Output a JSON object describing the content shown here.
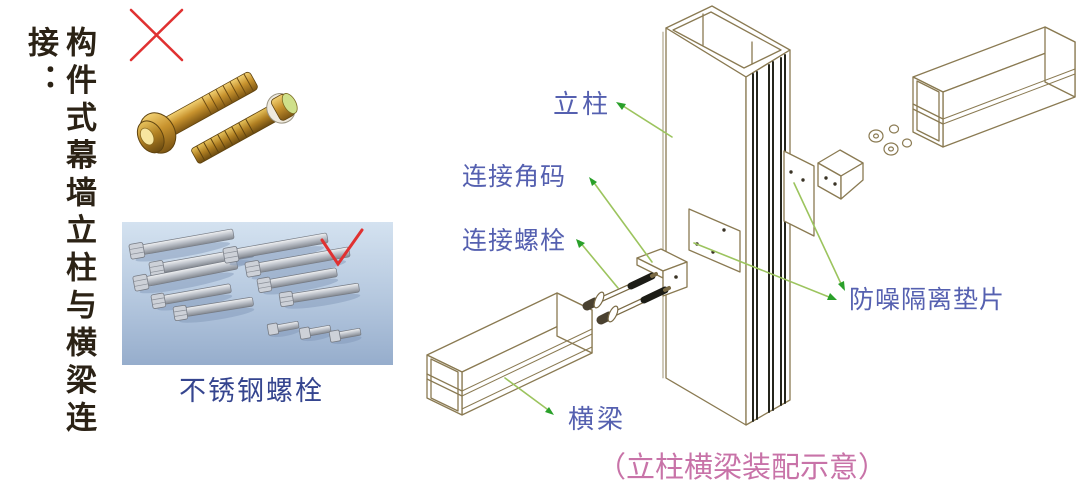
{
  "page": {
    "background": "#ffffff"
  },
  "vertical_title": {
    "text": "构件式幕墙立柱与横梁连接：",
    "color": "#2b2215"
  },
  "bad_example": {
    "mark": "cross-mark",
    "mark_color": "#e03131",
    "photo": "brass-bolts-photo"
  },
  "good_example": {
    "mark": "check-mark",
    "mark_color": "#e03131",
    "photo": "stainless-steel-bolts-photo",
    "caption": "不锈钢螺栓",
    "caption_color": "#35458f"
  },
  "diagram": {
    "outline_color": "#8a7a52",
    "leader_line_color": "#9cc45e",
    "arrowhead_color": "#2aa02a",
    "label_color": "#5560b0",
    "labels": {
      "mullion": "立柱",
      "corner_bracket": "连接角码",
      "connect_bolt": "连接螺栓",
      "noise_gasket": "防噪隔离垫片",
      "beam": "横梁"
    },
    "caption": {
      "text": "（立柱横梁装配示意）",
      "color": "#c873a8"
    }
  }
}
